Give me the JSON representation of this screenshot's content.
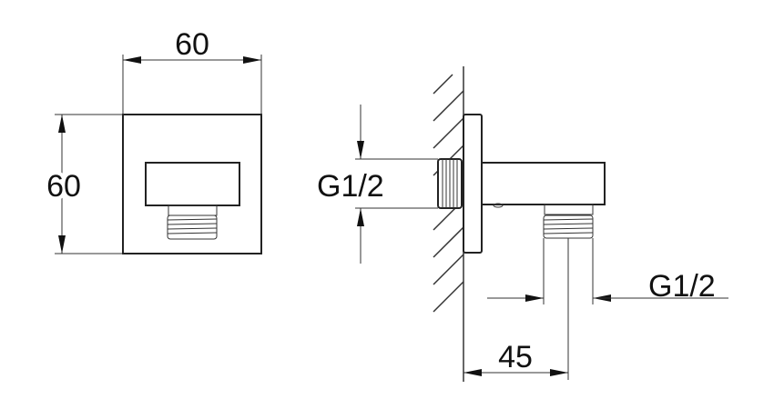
{
  "front_view": {
    "width_dimension": "60",
    "height_dimension": "60"
  },
  "side_view": {
    "inlet_thread": "G1/2",
    "outlet_thread": "G1/2",
    "projection_dimension": "45"
  },
  "colors": {
    "line": "#222222",
    "background": "#ffffff"
  }
}
